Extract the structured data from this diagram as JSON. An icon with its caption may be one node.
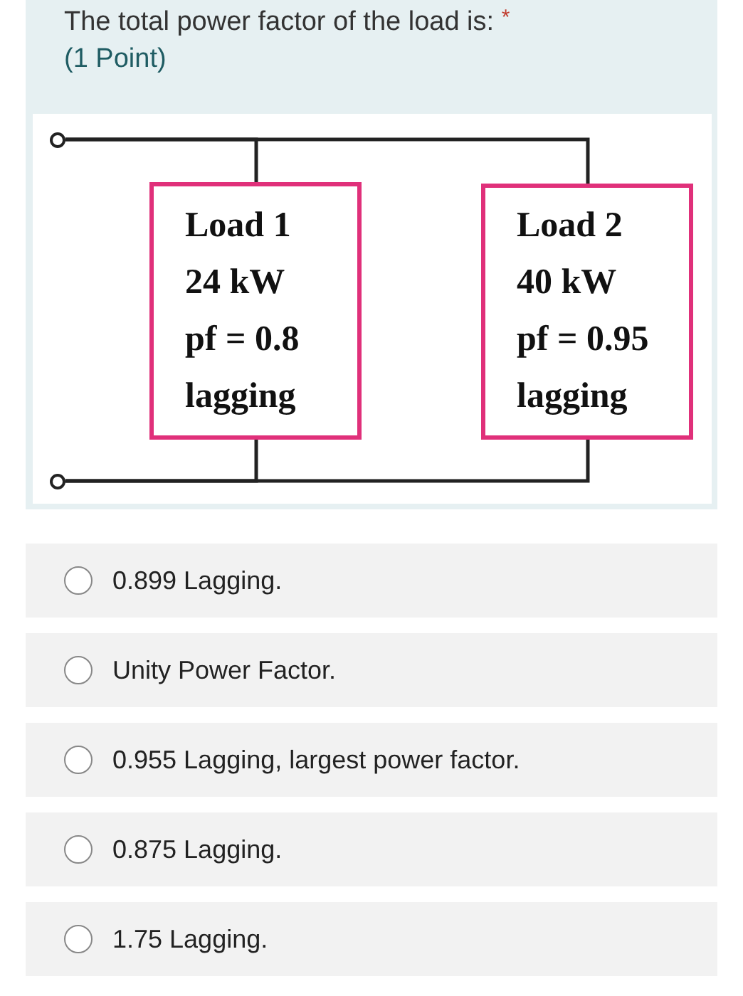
{
  "diagram": {
    "nodes": [
      {
        "text": [],
        "shape": "circle"
      },
      {
        "text": [],
        "shape": "circle"
      },
      {
        "text": [
          "Load 1",
          "24 kW",
          "pf = 0.8",
          "lagging"
        ]
      },
      {
        "text": [
          "Load 2",
          "40 kW",
          "pf = 0.95",
          "lagging"
        ]
      }
    ],
    "edges": [
      {
        "from": 0,
        "to": 2,
        "arrow": "none"
      },
      {
        "from": 0,
        "to": 3,
        "arrow": "none"
      },
      {
        "from": 1,
        "to": 2,
        "arrow": "none"
      },
      {
        "from": 1,
        "to": 3,
        "arrow": "none"
      }
    ],
    "labels": [
      "The total power factor of the load is:",
      "*",
      "(1 Point)",
      "0.899 Lagging.",
      "Unity Power Factor.",
      "0.955 Lagging, largest power factor.",
      "0.875 Lagging.",
      "1.75 Lagging."
    ]
  }
}
